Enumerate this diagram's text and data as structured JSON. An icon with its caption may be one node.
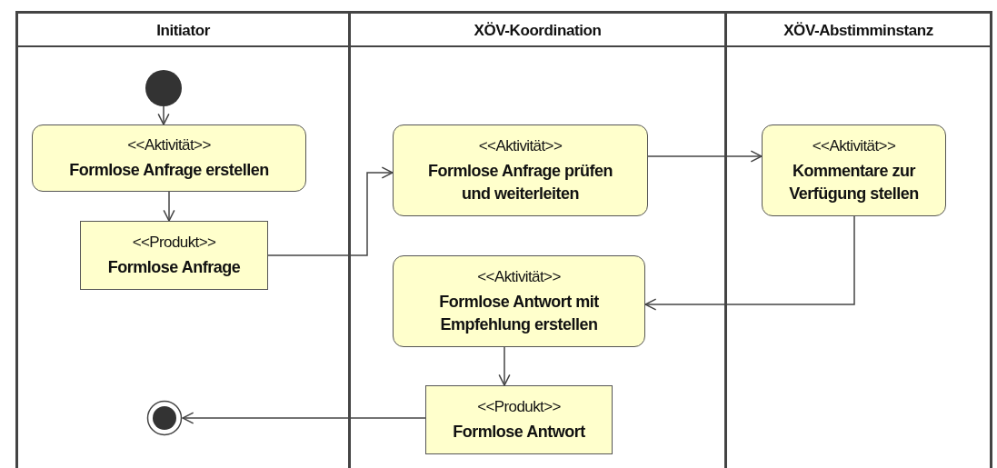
{
  "diagram": {
    "nodes": [
      {
        "text": [
          "Initiator"
        ]
      },
      {
        "text": [
          "XÖV-Koordination"
        ]
      },
      {
        "text": [
          "XÖV-Abstimminstanz"
        ]
      },
      {
        "text": [],
        "shape": "circle",
        "in": 0
      },
      {
        "text": [
          "<<Aktivität>>",
          "Formlose Anfrage erstellen"
        ],
        "in": 0
      },
      {
        "text": [
          "<<Produkt>>",
          "Formlose Anfrage"
        ],
        "in": 0
      },
      {
        "text": [
          "<<Aktivität>>",
          "Formlose Anfrage prüfen und weiterleiten"
        ],
        "in": 1
      },
      {
        "text": [
          "<<Aktivität>>",
          "Kommentare zur Verfügung stellen"
        ],
        "in": 2
      },
      {
        "text": [
          "<<Aktivität>>",
          "Formlose Antwort mit Empfehlung erstellen"
        ],
        "in": 1
      },
      {
        "text": [
          "<<Produkt>>",
          "Formlose Antwort"
        ],
        "in": 1
      },
      {
        "text": [],
        "shape": "circle",
        "in": 0
      }
    ],
    "edges": [
      {
        "from": 3,
        "to": 4,
        "arrow": "to"
      },
      {
        "from": 4,
        "to": 5,
        "arrow": "to"
      },
      {
        "from": 5,
        "to": 6,
        "arrow": "to"
      },
      {
        "from": 6,
        "to": 7,
        "arrow": "to"
      },
      {
        "from": 7,
        "to": 8,
        "arrow": "to"
      },
      {
        "from": 8,
        "to": 9,
        "arrow": "to"
      },
      {
        "from": 9,
        "to": 10,
        "arrow": "to"
      }
    ]
  }
}
